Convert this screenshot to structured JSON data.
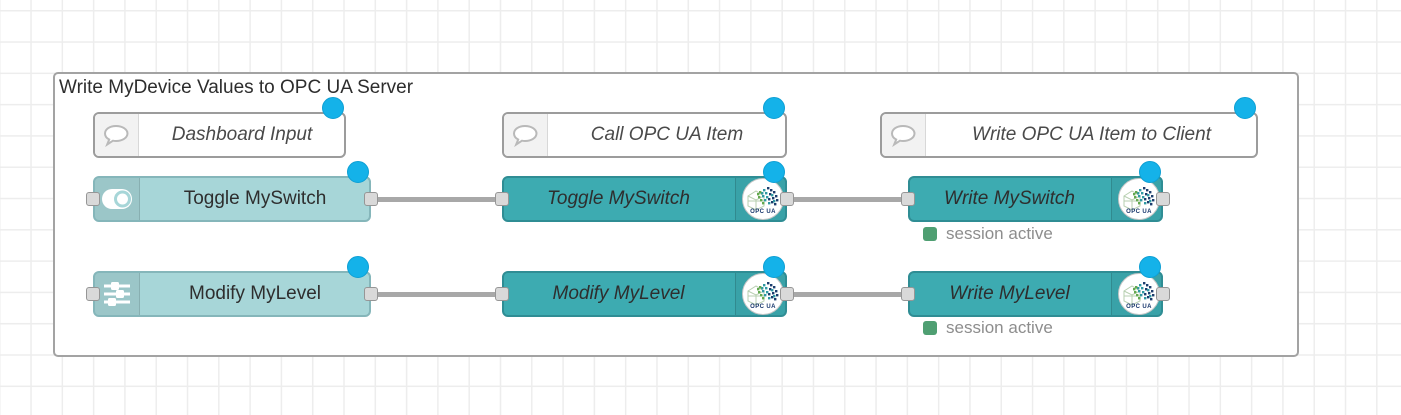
{
  "group": {
    "label": "Write MyDevice Values to OPC UA Server"
  },
  "comments": [
    {
      "label": "Dashboard Input"
    },
    {
      "label": "Call OPC UA Item"
    },
    {
      "label": "Write OPC UA Item to Client"
    }
  ],
  "nodes": [
    {
      "label": "Toggle MySwitch",
      "type": "dashboard-switch"
    },
    {
      "label": "Toggle MySwitch",
      "type": "opcua-item"
    },
    {
      "label": "Write MySwitch",
      "type": "opcua-client"
    },
    {
      "label": "Modify MyLevel",
      "type": "dashboard-slider"
    },
    {
      "label": "Modify MyLevel",
      "type": "opcua-item"
    },
    {
      "label": "Write MyLevel",
      "type": "opcua-client"
    }
  ],
  "status": [
    {
      "text": "session active"
    },
    {
      "text": "session active"
    }
  ],
  "opcua": {
    "badge": "OPC UA"
  },
  "colors": {
    "node_teal": "#3dabb1",
    "node_light_teal": "#a7d6d8",
    "status_green": "#4f9f72",
    "changed_dot": "#14b2e9",
    "wire": "#a8a8a8"
  }
}
